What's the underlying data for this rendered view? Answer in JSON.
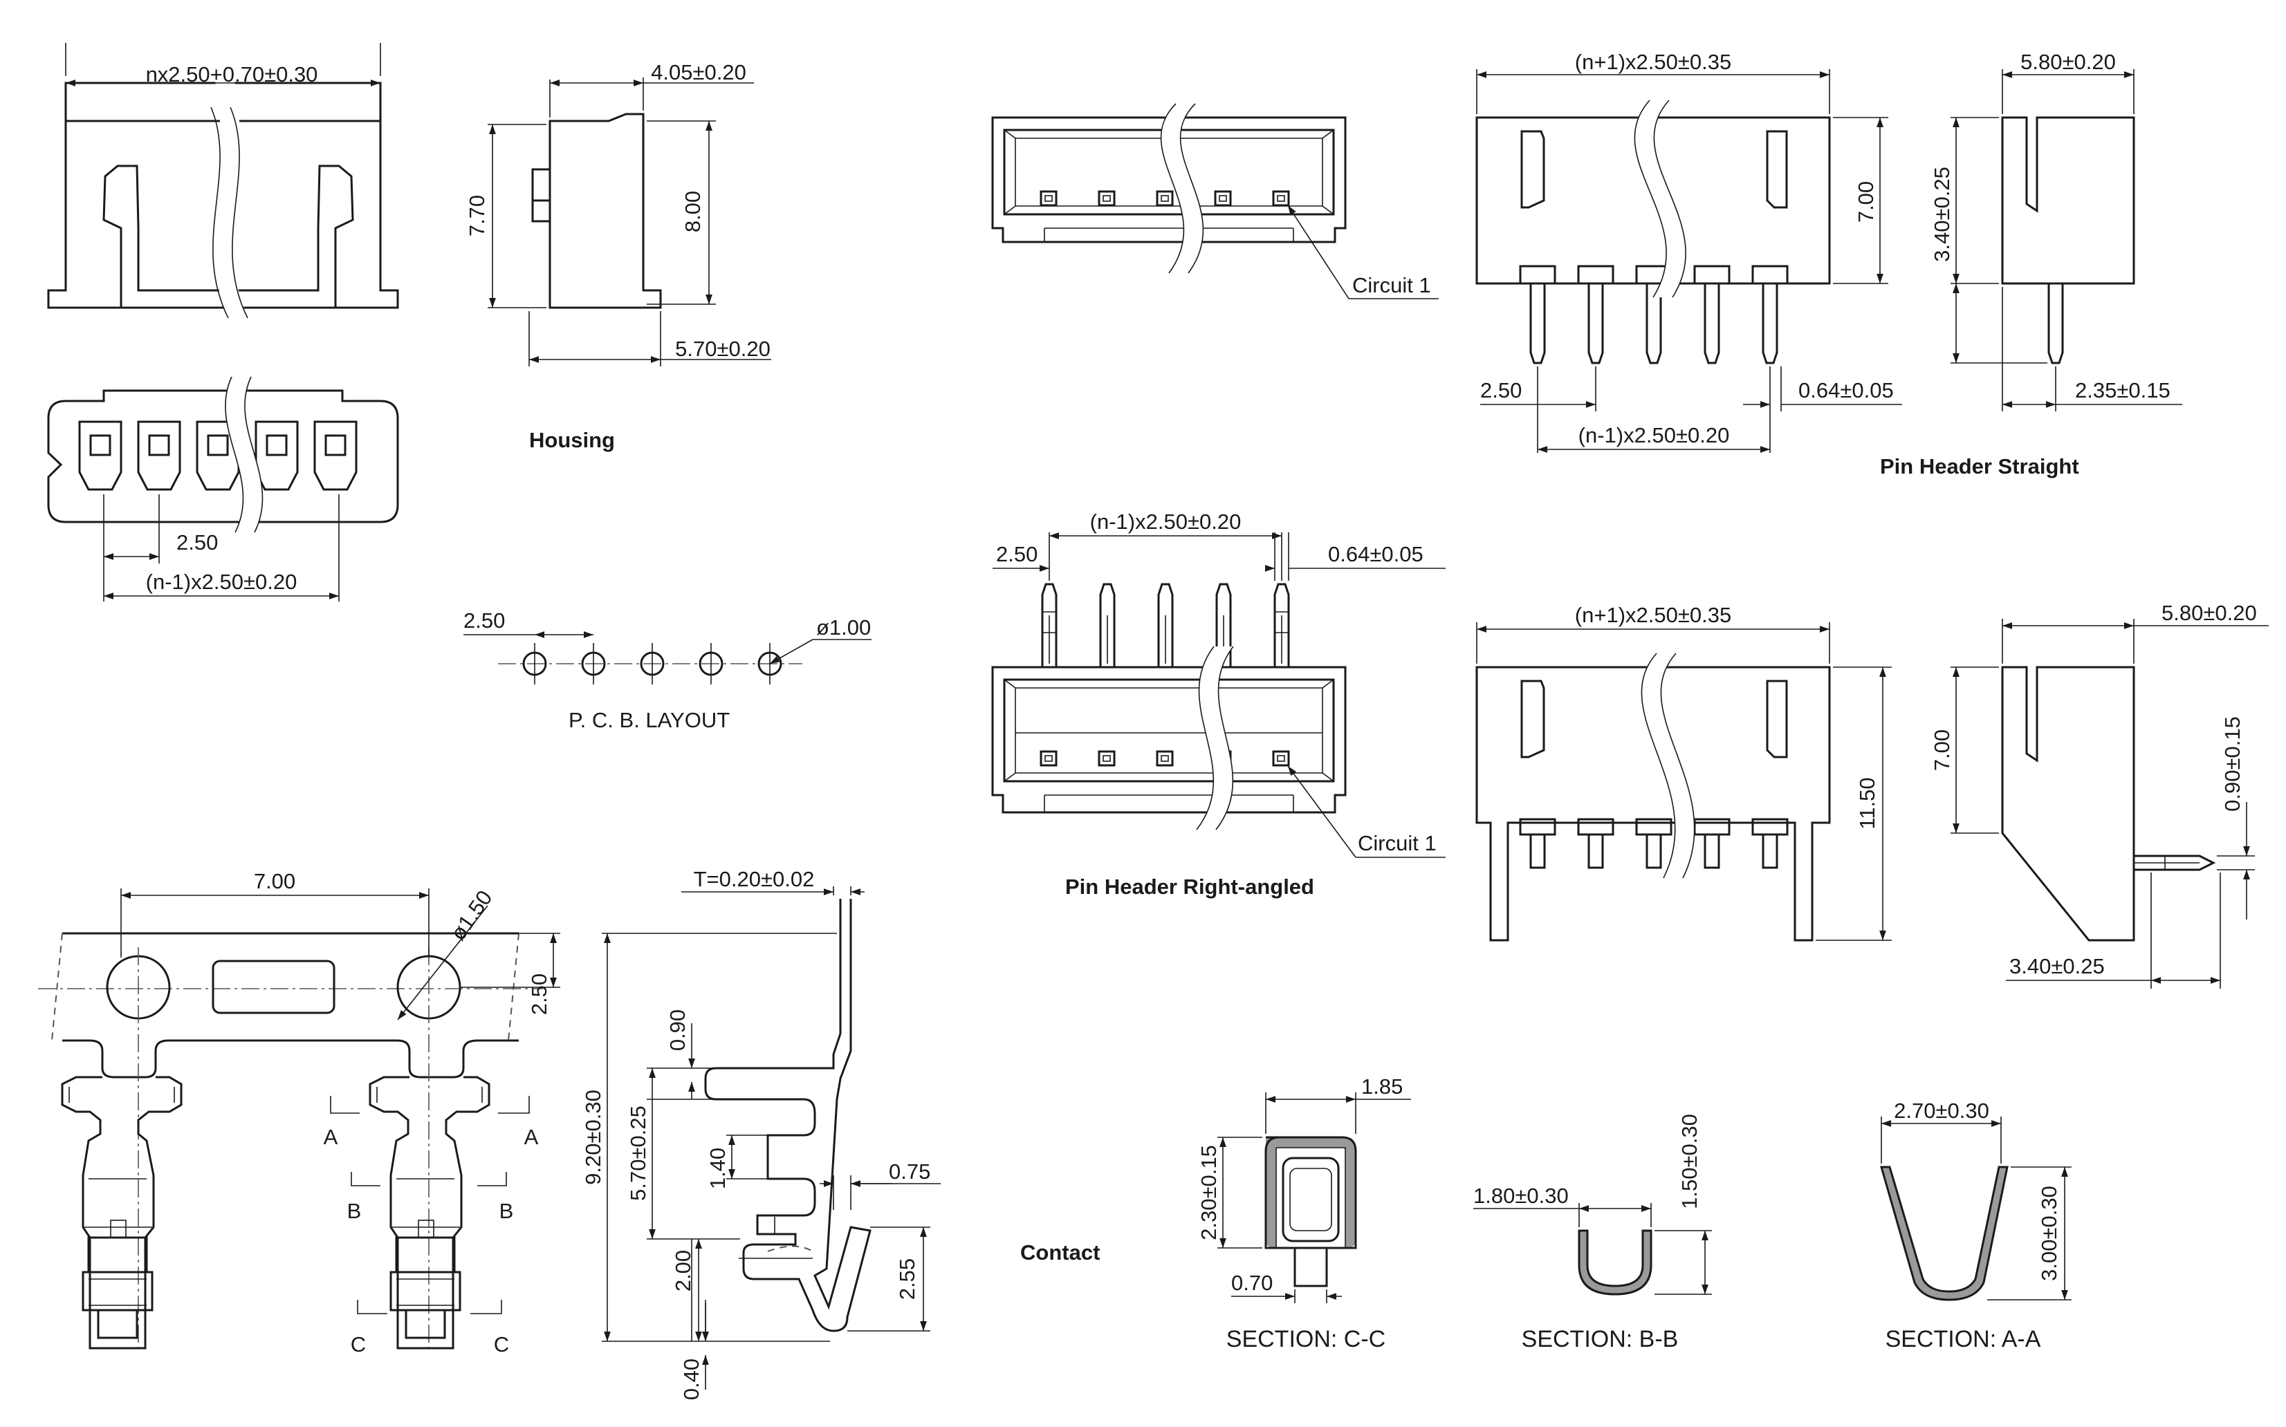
{
  "labels": {
    "housing": "Housing",
    "pcb_layout": "P. C. B.  LAYOUT",
    "pin_header_straight": "Pin Header Straight",
    "pin_header_right_angled": "Pin Header Right-angled",
    "contact": "Contact",
    "circuit_1": "Circuit 1",
    "section_cc": "SECTION: C-C",
    "section_bb": "SECTION: B-B",
    "section_aa": "SECTION: A-A",
    "sec_a": "A",
    "sec_b": "B",
    "sec_c": "C"
  },
  "dims": {
    "housing_width": "nx2.50+0.70±0.30",
    "housing_side_depth": "4.05±0.20",
    "housing_height_770": "7.70",
    "housing_height_800": "8.00",
    "housing_base_570": "5.70±0.20",
    "housing_pitch": "2.50",
    "housing_span": "(n-1)x2.50±0.20",
    "pcb_pitch": "2.50",
    "pcb_hole": "ø1.00",
    "straight_width": "(n+1)x2.50±0.35",
    "straight_side_580": "5.80±0.20",
    "straight_height_700": "7.00",
    "straight_340": "3.40±0.25",
    "straight_pitch": "2.50",
    "straight_pin_064": "0.64±0.05",
    "straight_span": "(n-1)x2.50±0.20",
    "straight_235": "2.35±0.15",
    "ra_span": "(n-1)x2.50±0.20",
    "ra_pitch": "2.50",
    "ra_pin_064": "0.64±0.05",
    "ra_width": "(n+1)x2.50±0.35",
    "ra_side_580": "5.80±0.20",
    "ra_height_1150": "11.50",
    "ra_700": "7.00",
    "ra_090": "0.90±0.15",
    "ra_340": "3.40±0.25",
    "contact_700": "7.00",
    "contact_hole_150": "ø1.50",
    "contact_pitch_250": "2.50",
    "contact_thickness": "T=0.20±0.02",
    "contact_090": "0.90",
    "contact_920": "9.20±0.30",
    "contact_570": "5.70±0.25",
    "contact_140": "1.40",
    "contact_075": "0.75",
    "contact_200": "2.00",
    "contact_255": "2.55",
    "contact_040": "0.40",
    "cc_185": "1.85",
    "cc_230": "2.30±0.15",
    "cc_070": "0.70",
    "bb_180": "1.80±0.30",
    "bb_150": "1.50±0.30",
    "aa_270": "2.70±0.30",
    "aa_300": "3.00±0.30"
  }
}
